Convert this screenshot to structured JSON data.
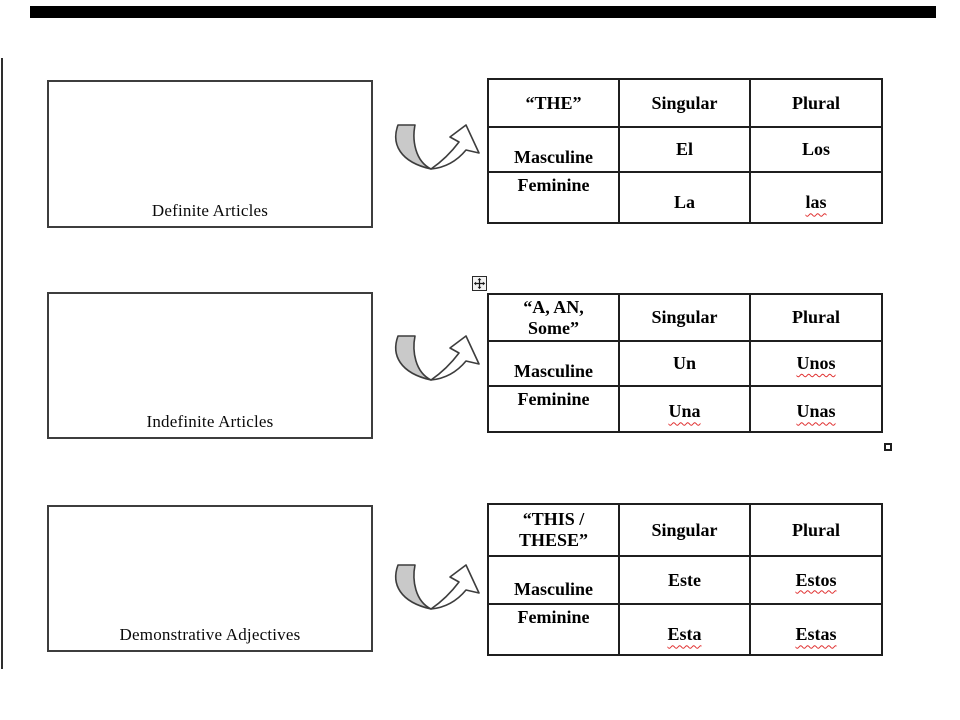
{
  "page": {
    "background": "#ffffff"
  },
  "decor": {
    "top_bar_color": "#000000",
    "left_rule_color": "#2e2e2e"
  },
  "colors": {
    "table_border": "#1f1f1f",
    "box_border": "#3d3d3d",
    "arrow_fill": "#c9c9c9",
    "arrow_outline": "#3d3d3d",
    "spellcheck_underline": "#e03030",
    "text": "#000000"
  },
  "icons": {
    "arrow": "curved-up-right-arrow",
    "move_handle": "move-crosshair-icon",
    "resize_handle": "resize-square-handle"
  },
  "sections": [
    {
      "box_label": "Definite Articles",
      "table": {
        "term": "“THE”",
        "col_singular": "Singular",
        "col_plural": "Plural",
        "row_masculine": "Masculine",
        "row_feminine": "Feminine",
        "masc_singular": {
          "text": "El",
          "spellcheck": false
        },
        "masc_plural": {
          "text": "Los",
          "spellcheck": false
        },
        "fem_singular": {
          "text": "La",
          "spellcheck": false
        },
        "fem_plural": {
          "text": "las",
          "spellcheck": true
        }
      }
    },
    {
      "box_label": "Indefinite Articles",
      "table": {
        "term": "“A, AN,\nSome”",
        "col_singular": "Singular",
        "col_plural": "Plural",
        "row_masculine": "Masculine",
        "row_feminine": "Feminine",
        "masc_singular": {
          "text": "Un",
          "spellcheck": false
        },
        "masc_plural": {
          "text": "Unos",
          "spellcheck": true
        },
        "fem_singular": {
          "text": "Una",
          "spellcheck": true
        },
        "fem_plural": {
          "text": "Unas",
          "spellcheck": true
        }
      }
    },
    {
      "box_label": "Demonstrative Adjectives",
      "table": {
        "term": "“THIS /\nTHESE”",
        "col_singular": "Singular",
        "col_plural": "Plural",
        "row_masculine": "Masculine",
        "row_feminine": "Feminine",
        "masc_singular": {
          "text": "Este",
          "spellcheck": false
        },
        "masc_plural": {
          "text": "Estos",
          "spellcheck": true
        },
        "fem_singular": {
          "text": "Esta",
          "spellcheck": true
        },
        "fem_plural": {
          "text": "Estas",
          "spellcheck": true
        }
      }
    }
  ]
}
